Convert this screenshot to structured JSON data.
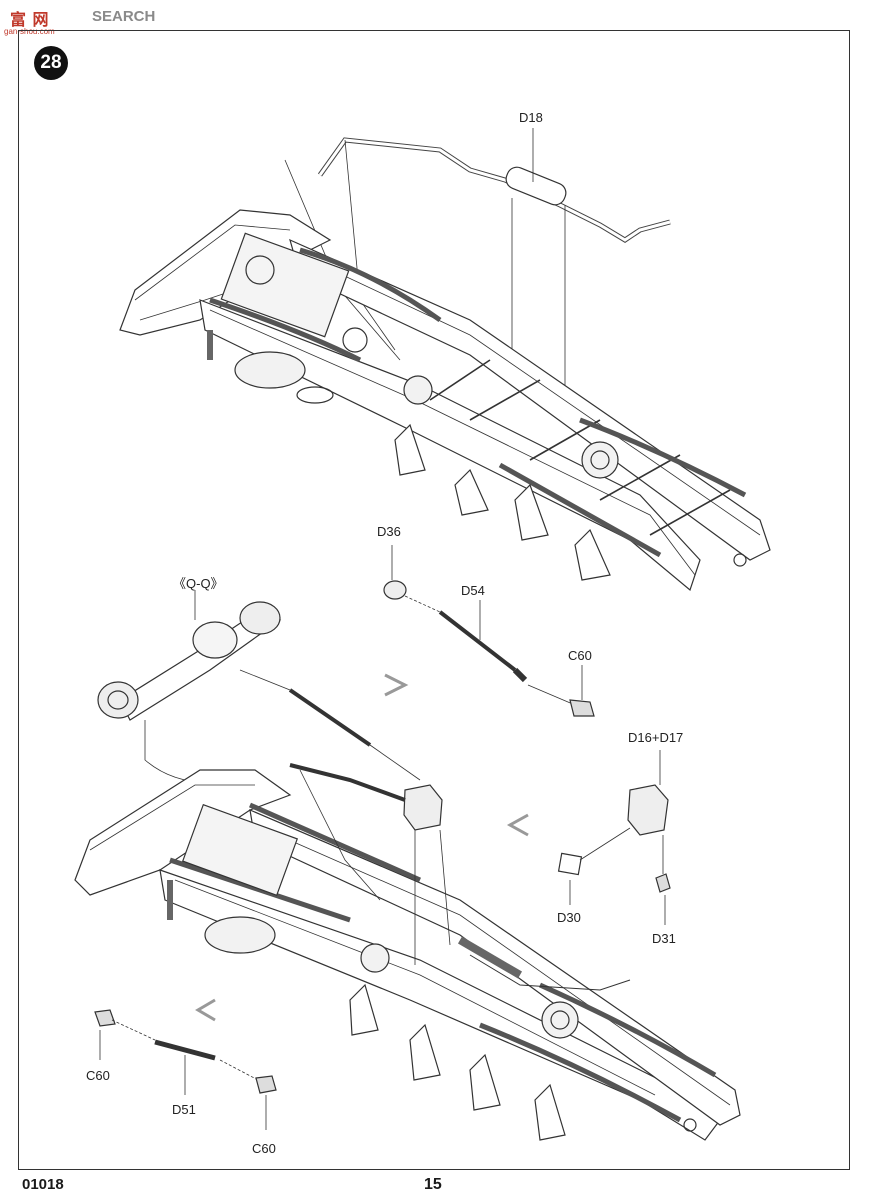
{
  "watermark": {
    "brand": "富 网",
    "search": "SEARCH",
    "url": "gan-shou.com"
  },
  "step": {
    "number": "28"
  },
  "labels": {
    "d18": "D18",
    "d36": "D36",
    "qq": "《Q-Q》",
    "d54": "D54",
    "c60_top": "C60",
    "d16_d17": "D16+D17",
    "d30": "D30",
    "d31": "D31",
    "c60_left": "C60",
    "d51": "D51",
    "c60_bottom": "C60"
  },
  "footer": {
    "code": "01018",
    "page": "15"
  }
}
